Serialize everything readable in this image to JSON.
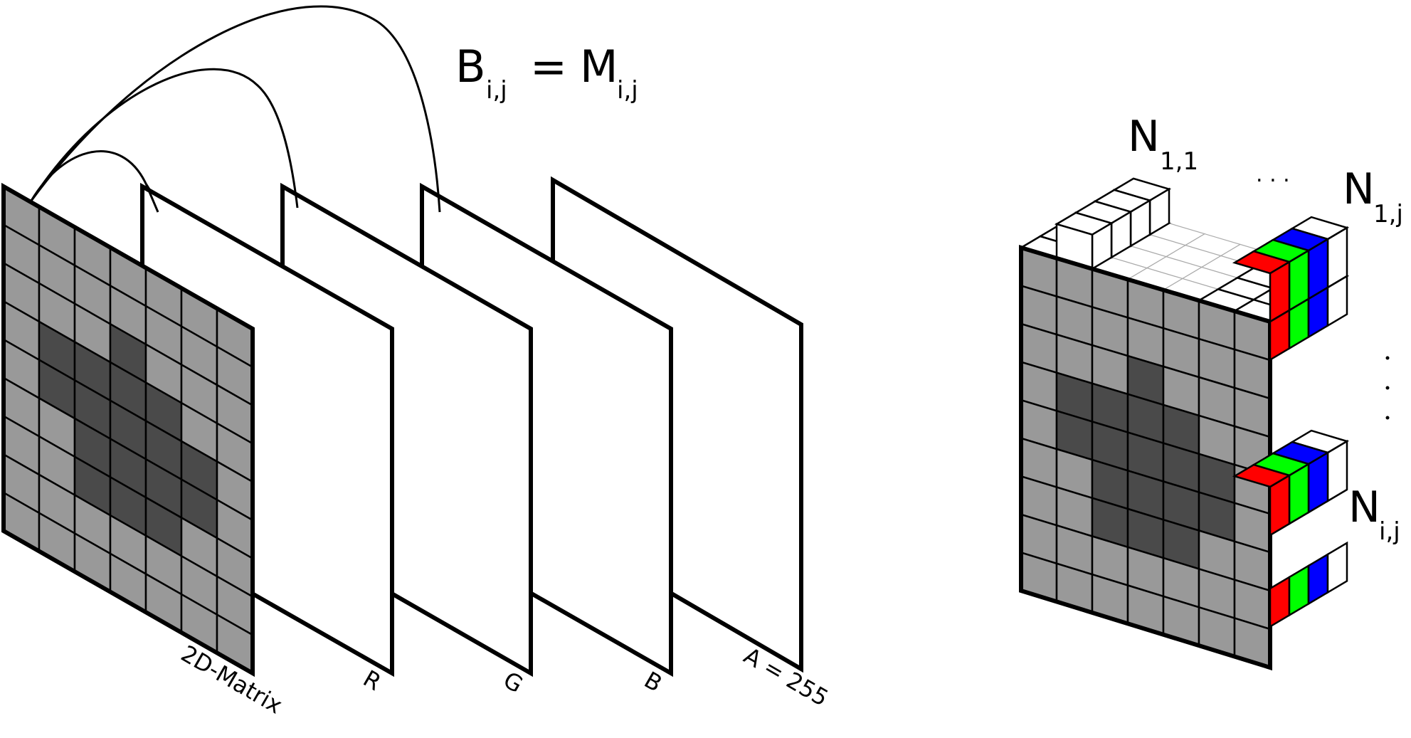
{
  "equation": {
    "lhs": "B",
    "lhs_sub": "i,j",
    "equals": "=",
    "rhs": "M",
    "rhs_sub": "i,j"
  },
  "layers": {
    "matrix_label": "2D-Matrix",
    "r_label": "R",
    "g_label": "G",
    "b_label": "B",
    "a_label": "A = 255"
  },
  "output": {
    "n11_base": "N",
    "n11_sub": "1,1",
    "n1j_base": "N",
    "n1j_sub": "1,j",
    "nij_base": "N",
    "nij_sub": "i,j",
    "ellipsis": ". . ."
  },
  "pattern": [
    [
      0,
      0,
      0,
      0,
      0,
      0,
      0
    ],
    [
      0,
      0,
      0,
      0,
      0,
      0,
      0
    ],
    [
      0,
      0,
      0,
      1,
      0,
      0,
      0
    ],
    [
      0,
      1,
      1,
      1,
      1,
      0,
      0
    ],
    [
      0,
      1,
      1,
      1,
      1,
      1,
      0
    ],
    [
      0,
      0,
      1,
      1,
      1,
      1,
      0
    ],
    [
      0,
      0,
      1,
      1,
      1,
      0,
      0
    ],
    [
      0,
      0,
      0,
      0,
      0,
      0,
      0
    ],
    [
      0,
      0,
      0,
      0,
      0,
      0,
      0
    ]
  ],
  "colors": {
    "light_cell": "#999999",
    "dark_cell": "#4a4a4a",
    "red": "#ff0000",
    "green": "#00ff00",
    "blue": "#0000ff",
    "stroke": "#000000",
    "plane_fill": "#ffffff"
  }
}
